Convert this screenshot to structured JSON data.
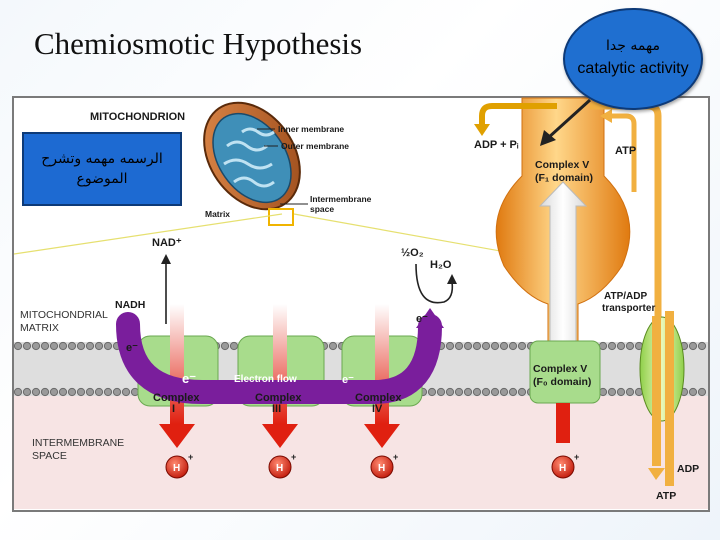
{
  "slide": {
    "title": "Chemiosmotic Hypothesis",
    "callout_arabic": "مهمه جدا",
    "callout_english": "catalytic activity",
    "note_arabic": "الرسمه مهمه وتشرح الموضوع"
  },
  "figure": {
    "mitochondrion": "MITOCHONDRION",
    "inner_membrane": "Inner membrane",
    "outer_membrane": "Outer membrane",
    "intermembrane_space_1": "Intermembrane",
    "intermembrane_space_2": "space",
    "matrix": "Matrix",
    "adp_pi": "ADP + Pᵢ",
    "atp_top": "ATP",
    "complex_v_f1_1": "Complex V",
    "complex_v_f1_2": "(F₁ domain)",
    "nad_plus": "NAD⁺",
    "half_o2": "½O₂",
    "h2o": "H₂O",
    "nadh": "NADH",
    "mito_matrix_1": "MITOCHONDRIAL",
    "mito_matrix_2": "MATRIX",
    "electron_1": "e⁻",
    "electron_2": "e⁻",
    "electron_3": "e⁻",
    "electron_4": "e⁻",
    "electron_flow": "Electron flow",
    "complex_i_1": "Complex",
    "complex_i_2": "I",
    "complex_iii_1": "Complex",
    "complex_iii_2": "III",
    "complex_iv_1": "Complex",
    "complex_iv_2": "IV",
    "complex_v_f0_1": "Complex V",
    "complex_v_f0_2": "(F₀ domain)",
    "transporter_1": "ATP/ADP",
    "transporter_2": "transporter",
    "ims_1": "INTERMEMBRANE",
    "ims_2": "SPACE",
    "proton": "H",
    "proton_plus": "+",
    "adp_bottom": "ADP",
    "atp_bottom": "ATP"
  },
  "colors": {
    "membrane": "#c9c9c9",
    "complex_green": "#a8dc8c",
    "electron_flow": "#7a1e9c",
    "proton_arrow": "#e02010",
    "atp_synthase": "#f39a1c",
    "callout_blue": "#1f6fd0"
  }
}
